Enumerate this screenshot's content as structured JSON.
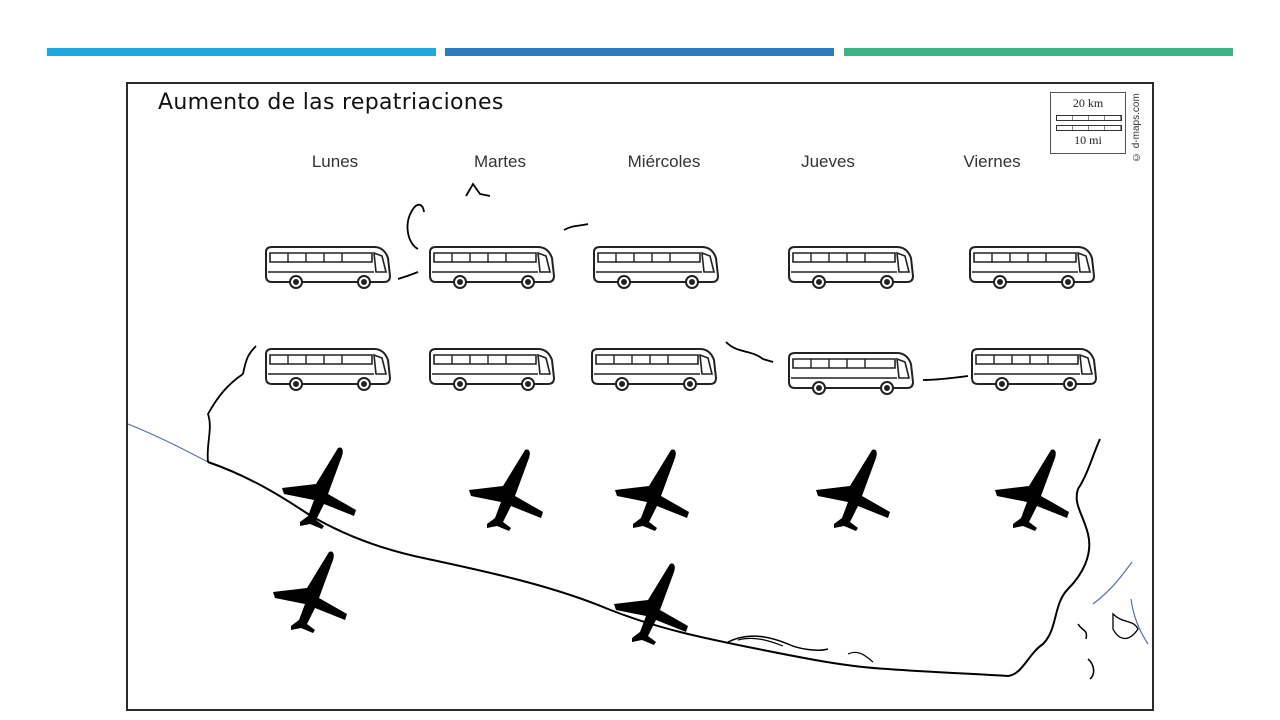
{
  "slide": {
    "accent_colors": [
      "#1fa7e0",
      "#2b7bbf",
      "#3cb48a"
    ],
    "title": "Aumento de las repatriaciones",
    "days": [
      "Lunes",
      "Martes",
      "Miércoles",
      "Jueves",
      "Viernes"
    ],
    "scale": {
      "km": "20 km",
      "mi": "10 mi"
    },
    "credit": "© d-maps.com",
    "counts": [
      {
        "day": "Lunes",
        "buses": 2,
        "planes": 2
      },
      {
        "day": "Martes",
        "buses": 2,
        "planes": 1
      },
      {
        "day": "Miércoles",
        "buses": 2,
        "planes": 2
      },
      {
        "day": "Jueves",
        "buses": 2,
        "planes": 1
      },
      {
        "day": "Viernes",
        "buses": 2,
        "planes": 1
      }
    ],
    "icons": {
      "bus": "bus-icon",
      "plane": "airplane-icon"
    }
  }
}
